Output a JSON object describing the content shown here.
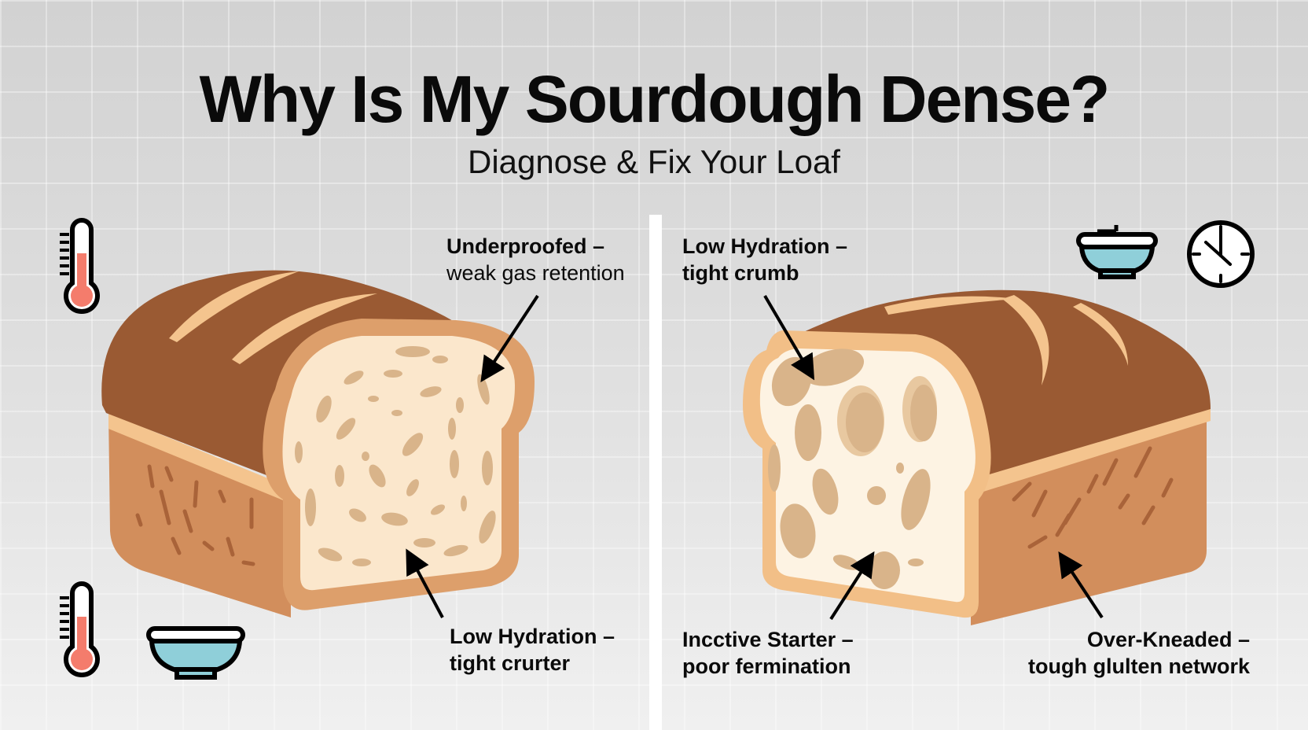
{
  "header": {
    "title": "Why Is My Sourdough Dense?",
    "subtitle": "Diagnose & Fix Your Loaf"
  },
  "left_panel": {
    "labels": [
      {
        "line1": "Underproofed –",
        "line2": "weak gas retention"
      },
      {
        "line1": "Low Hydration –",
        "line2": "tight crurter"
      }
    ],
    "icons": [
      "thermometer-icon",
      "thermometer-icon",
      "bowl-icon"
    ]
  },
  "right_panel": {
    "labels": [
      {
        "line1": "Low Hydration –",
        "line2": "tight crumb"
      },
      {
        "line1": "Incctive Starter –",
        "line2": "poor fermination"
      },
      {
        "line1": "Over-Kneaded –",
        "line2": "tough glulten network"
      }
    ],
    "icons": [
      "bowl-icon",
      "clock-icon"
    ]
  },
  "colors": {
    "crust_dark": "#9a5a33",
    "crust_side": "#d28e5c",
    "crust_light": "#f4c48e",
    "crumb": "#fbe7cc",
    "holes": "#d9b48a",
    "thermo_red": "#f47c6c",
    "bowl_blue": "#8fcfd9"
  }
}
